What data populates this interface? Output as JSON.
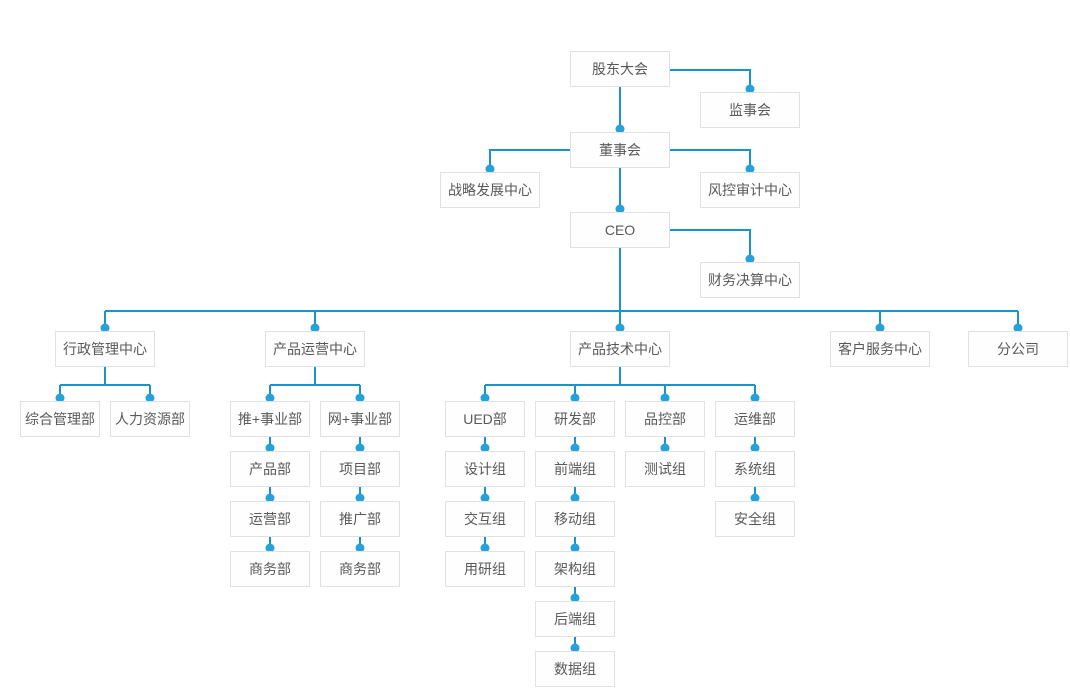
{
  "chart_type": "org-chart",
  "colors": {
    "connector": "#1793ce",
    "dot": "#25a2d9",
    "box_border": "#e1e1e1",
    "box_bg": "#fefefe",
    "text": "#595959",
    "background": "#ffffff"
  },
  "nodes": {
    "shareholders_meeting": {
      "label": "股东大会",
      "reports_to": null
    },
    "supervisory_board": {
      "label": "监事会",
      "reports_to": "shareholders_meeting"
    },
    "board_of_directors": {
      "label": "董事会",
      "reports_to": "shareholders_meeting"
    },
    "strategy_development_center": {
      "label": "战略发展中心",
      "reports_to": "board_of_directors"
    },
    "risk_audit_center": {
      "label": "风控审计中心",
      "reports_to": "board_of_directors"
    },
    "ceo": {
      "label": "CEO",
      "reports_to": "board_of_directors"
    },
    "financial_settlement_center": {
      "label": "财务决算中心",
      "reports_to": "ceo"
    },
    "admin_management_center": {
      "label": "行政管理中心",
      "reports_to": "ceo"
    },
    "product_operation_center": {
      "label": "产品运营中心",
      "reports_to": "ceo"
    },
    "product_technology_center": {
      "label": "产品技术中心",
      "reports_to": "ceo"
    },
    "customer_service_center": {
      "label": "客户服务中心",
      "reports_to": "ceo"
    },
    "branch_company": {
      "label": "分公司",
      "reports_to": "ceo"
    },
    "general_management_dept": {
      "label": "综合管理部",
      "reports_to": "admin_management_center"
    },
    "human_resources_dept": {
      "label": "人力资源部",
      "reports_to": "admin_management_center"
    },
    "tui_business_division": {
      "label": "推+事业部",
      "reports_to": "product_operation_center"
    },
    "wang_business_division": {
      "label": "网+事业部",
      "reports_to": "product_operation_center"
    },
    "ued_dept": {
      "label": "UED部",
      "reports_to": "product_technology_center"
    },
    "rnd_dept": {
      "label": "研发部",
      "reports_to": "product_technology_center"
    },
    "quality_control_dept": {
      "label": "品控部",
      "reports_to": "product_technology_center"
    },
    "ops_maintenance_dept": {
      "label": "运维部",
      "reports_to": "product_technology_center"
    },
    "product_dept": {
      "label": "产品部",
      "reports_to": "tui_business_division"
    },
    "project_dept": {
      "label": "项目部",
      "reports_to": "wang_business_division"
    },
    "design_group": {
      "label": "设计组",
      "reports_to": "ued_dept"
    },
    "frontend_group": {
      "label": "前端组",
      "reports_to": "rnd_dept"
    },
    "testing_group": {
      "label": "测试组",
      "reports_to": "quality_control_dept"
    },
    "system_group": {
      "label": "系统组",
      "reports_to": "ops_maintenance_dept"
    },
    "operation_dept": {
      "label": "运营部",
      "reports_to": "product_dept"
    },
    "promotion_dept": {
      "label": "推广部",
      "reports_to": "project_dept"
    },
    "interaction_group": {
      "label": "交互组",
      "reports_to": "design_group"
    },
    "mobile_group": {
      "label": "移动组",
      "reports_to": "frontend_group"
    },
    "security_group": {
      "label": "安全组",
      "reports_to": "system_group"
    },
    "business_dept_tui": {
      "label": "商务部",
      "reports_to": "operation_dept"
    },
    "business_dept_wang": {
      "label": "商务部",
      "reports_to": "promotion_dept"
    },
    "user_research_group": {
      "label": "用研组",
      "reports_to": "interaction_group"
    },
    "architecture_group": {
      "label": "架构组",
      "reports_to": "mobile_group"
    },
    "backend_group": {
      "label": "后端组",
      "reports_to": "architecture_group"
    },
    "data_group": {
      "label": "数据组",
      "reports_to": "backend_group"
    }
  }
}
